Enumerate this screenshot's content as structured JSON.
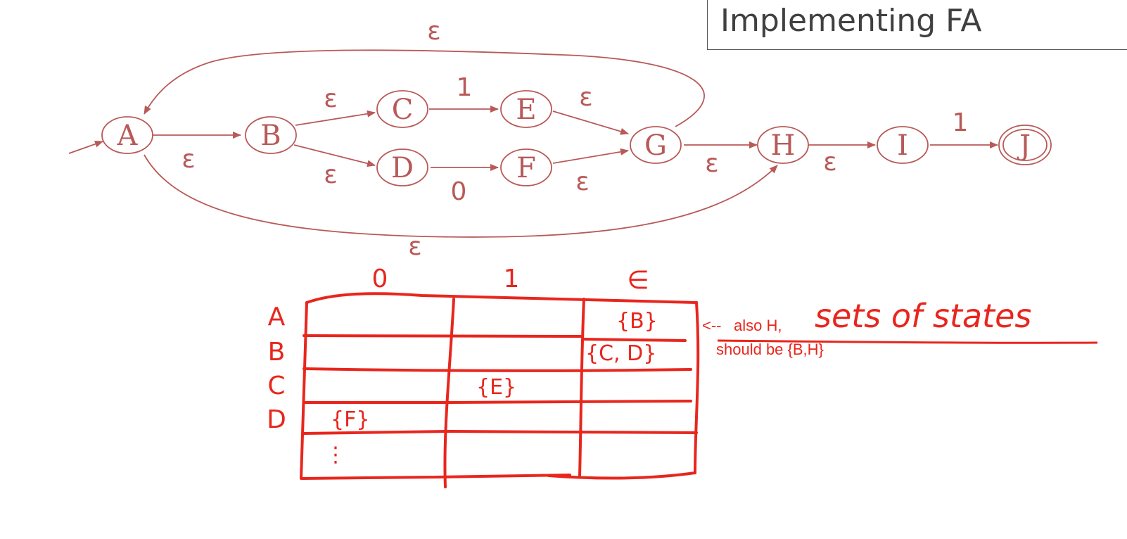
{
  "slide": {
    "title": "Implementing FA"
  },
  "states": [
    "A",
    "B",
    "C",
    "D",
    "E",
    "F",
    "G",
    "H",
    "I",
    "J"
  ],
  "edge_labels": {
    "a_b": "ε",
    "b_c": "ε",
    "b_d": "ε",
    "c_e": "1",
    "d_f": "0",
    "e_g": "ε",
    "f_g": "ε",
    "g_h": "ε",
    "h_i": "ε",
    "i_j": "1",
    "g_a": "ε",
    "a_h": "ε"
  },
  "table": {
    "col_headers": [
      "0",
      "1",
      "∈"
    ],
    "row_headers": [
      "A",
      "B",
      "C",
      "D"
    ],
    "cells": {
      "a_eps": "{B}",
      "b_eps": "{C, D}",
      "c_1": "{E}",
      "d_0": "{F}",
      "ellipsis": "⋮"
    }
  },
  "annotation": {
    "arrow": "<--",
    "line1": "also H,",
    "line2": "should be {B,H}",
    "sets": "sets of states"
  },
  "colors": {
    "diagram": "#b85a58",
    "ink": "#e8261d"
  }
}
